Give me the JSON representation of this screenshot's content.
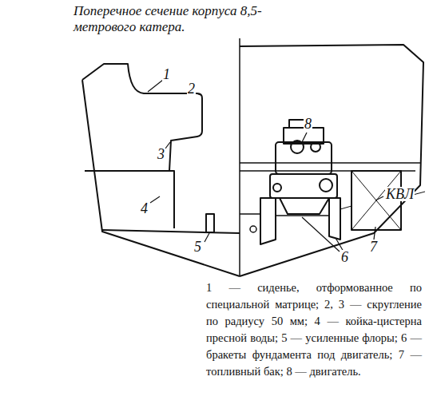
{
  "diagram": {
    "title": "Поперечное сечение корпуса 8,5-метрового катера.",
    "caption": "1 — сиденье, отформованное по специальной матрице; 2, 3 — скругление по радиусу 50 мм; 4 — койка-цистерна пресной воды; 5 — усиленные флоры; 6 — бракеты фундамента под двигатель; 7 — топливный бак; 8 — двигатель.",
    "labels": [
      "1",
      "2",
      "3",
      "4",
      "5",
      "6",
      "7",
      "8",
      "КВЛ"
    ]
  }
}
